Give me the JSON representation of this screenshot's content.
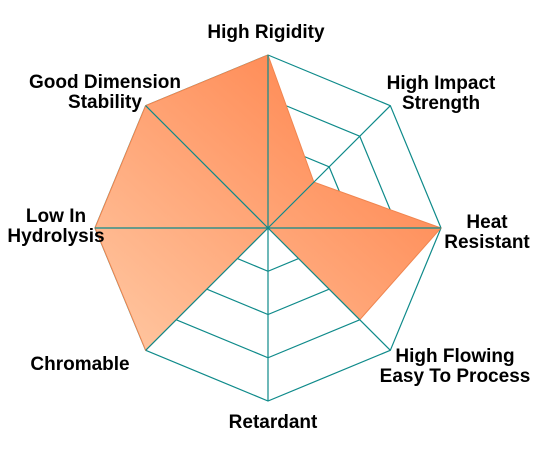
{
  "chart_data": {
    "type": "radar",
    "title": "",
    "grid_levels": 4,
    "range": [
      0,
      4
    ],
    "axes": [
      {
        "lines": [
          "High Rigidity"
        ]
      },
      {
        "lines": [
          "High Impact",
          "Strength"
        ]
      },
      {
        "lines": [
          "Heat",
          "Resistant"
        ]
      },
      {
        "lines": [
          "High Flowing",
          "Easy To Process"
        ]
      },
      {
        "lines": [
          "Retardant"
        ]
      },
      {
        "lines": [
          "Chromable"
        ]
      },
      {
        "lines": [
          "Low In",
          "Hydrolysis"
        ]
      },
      {
        "lines": [
          "Good Dimension",
          "Stability"
        ]
      }
    ],
    "series": [
      {
        "values": [
          4,
          1.5,
          4,
          3,
          0,
          4,
          4,
          4
        ]
      }
    ],
    "colors": {
      "grid": "#0e8a8a",
      "fill_light": "#ffc9a4",
      "fill_dark": "#ff7a40",
      "stroke": "#f0854f"
    }
  }
}
